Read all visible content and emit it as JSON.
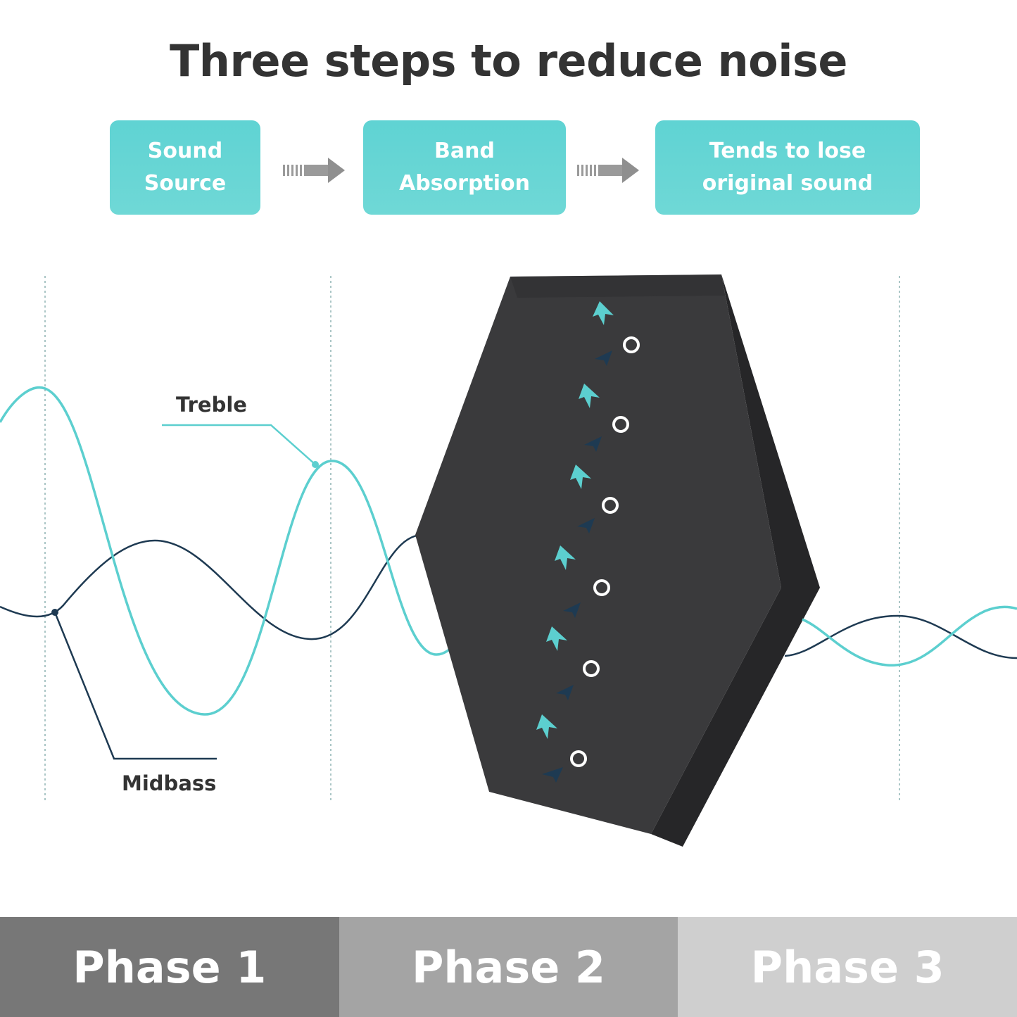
{
  "title": "Three steps to reduce noise",
  "steps": [
    {
      "line1": "Sound",
      "line2": "Source"
    },
    {
      "line1": "Band",
      "line2": "Absorption"
    },
    {
      "line1": "Tends to lose",
      "line2": "original sound"
    }
  ],
  "labels": {
    "treble": "Treble",
    "midbass": "Midbass"
  },
  "phases": [
    "Phase 1",
    "Phase 2",
    "Phase 3"
  ],
  "colors": {
    "accent": "#5fd3d3",
    "treble_wave": "#5ccfcf",
    "midbass_wave": "#1e3a52",
    "panel": "#3a3a3c",
    "phase1_bg": "#777777",
    "phase2_bg": "#a4a4a4",
    "phase3_bg": "#cfcfcf"
  }
}
